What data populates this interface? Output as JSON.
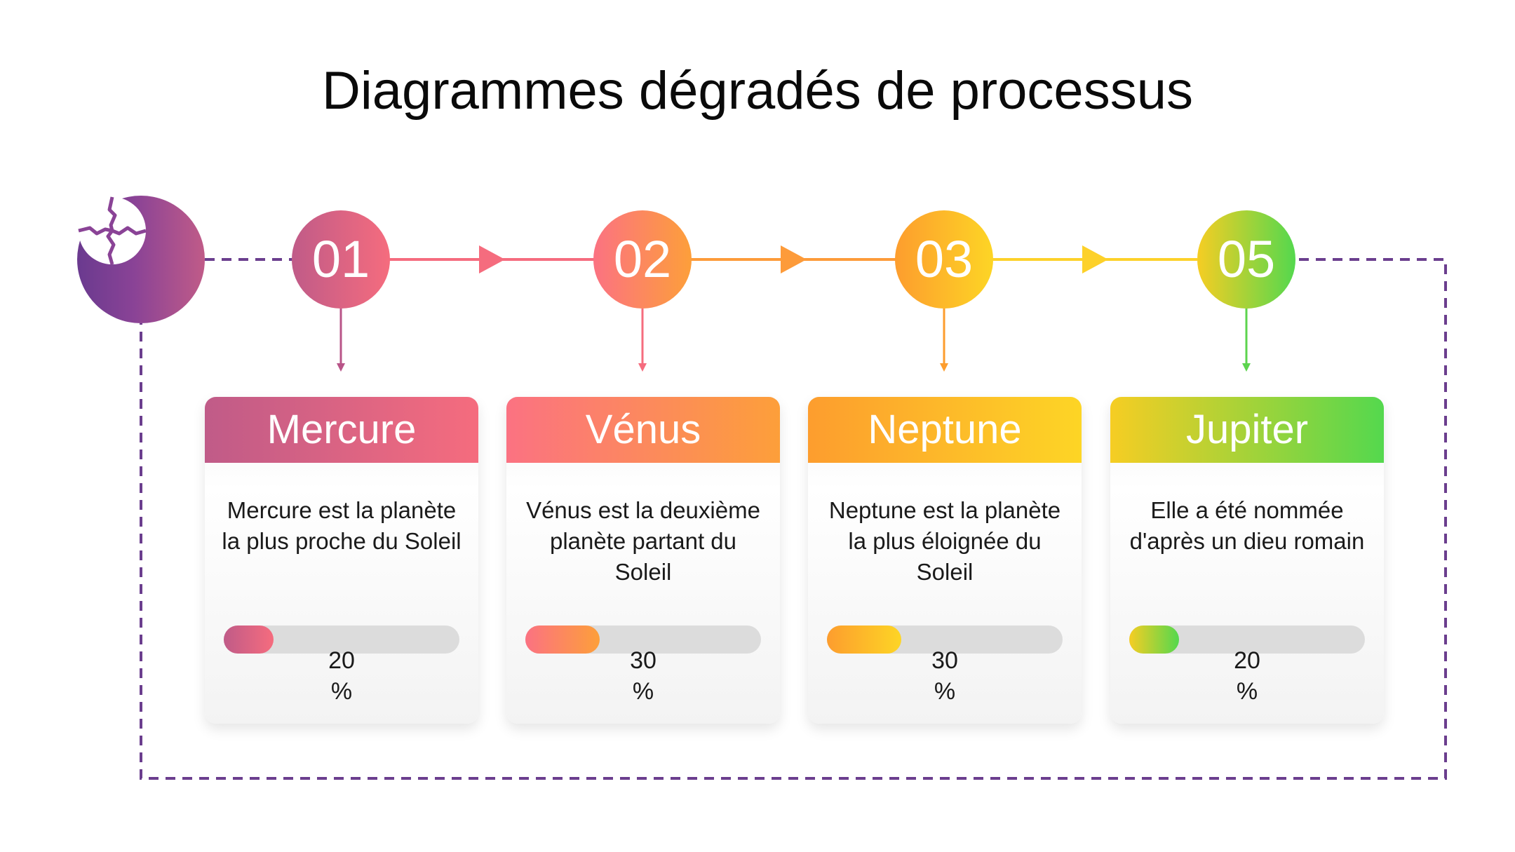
{
  "title": "Diagrammes dégradés de processus",
  "steps": [
    {
      "number": "01",
      "name": "Mercure",
      "description": "Mercure est la planète la plus proche du Soleil",
      "percent_value": "20",
      "percent_sign": "%",
      "progress": 0.2,
      "color_start": "#c05b88",
      "color_end": "#f56c7e"
    },
    {
      "number": "02",
      "name": "Vénus",
      "description": "Vénus est la deuxième planète partant du Soleil",
      "percent_value": "30",
      "percent_sign": "%",
      "progress": 0.3,
      "color_start": "#fb7282",
      "color_end": "#fd9f3a"
    },
    {
      "number": "03",
      "name": "Neptune",
      "description": "Neptune est la planète la plus éloignée du Soleil",
      "percent_value": "30",
      "percent_sign": "%",
      "progress": 0.3,
      "color_start": "#fd9d2e",
      "color_end": "#fdd525"
    },
    {
      "number": "05",
      "name": "Jupiter",
      "description": "Elle a été nommée d'après un dieu romain",
      "percent_value": "20",
      "percent_sign": "%",
      "progress": 0.2,
      "color_start": "#f6cd23",
      "color_end": "#54d84e"
    }
  ],
  "icons": {
    "badge": "globe-puzzle-icon"
  },
  "colors": {
    "dashed_border": "#6b3e8e"
  }
}
